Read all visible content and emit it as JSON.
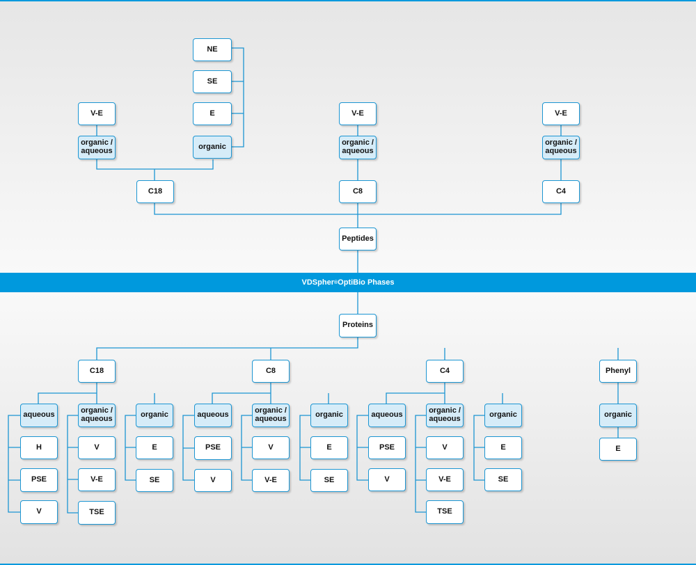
{
  "banner": {
    "title": "VDSpher",
    "registered": "®",
    "suffix": " OptiBio Phases"
  },
  "nodes": {
    "top_c18_ve": "V-E",
    "top_c18_orgaq": "organic / aqueous",
    "top_ne": "NE",
    "top_se": "SE",
    "top_e": "E",
    "top_organic": "organic",
    "top_c8_ve": "V-E",
    "top_c8_orgaq": "organic / aqueous",
    "top_c4_ve": "V-E",
    "top_c4_orgaq": "organic / aqueous",
    "top_c18": "C18",
    "top_c8": "C8",
    "top_c4": "C4",
    "peptides": "Peptides",
    "proteins": "Proteins",
    "b_c18": "C18",
    "b_c8": "C8",
    "b_c4": "C4",
    "b_phenyl": "Phenyl",
    "c18_aq": "aqueous",
    "c18_orgaq": "organic / aqueous",
    "c18_org": "organic",
    "c18_h": "H",
    "c18_pse": "PSE",
    "c18_v": "V",
    "c18_oa_v": "V",
    "c18_oa_ve": "V-E",
    "c18_oa_tse": "TSE",
    "c18_o_e": "E",
    "c18_o_se": "SE",
    "c8_aq": "aqueous",
    "c8_orgaq": "organic / aqueous",
    "c8_org": "organic",
    "c8_pse": "PSE",
    "c8_v": "V",
    "c8_oa_v": "V",
    "c8_oa_ve": "V-E",
    "c8_o_e": "E",
    "c8_o_se": "SE",
    "c4_aq": "aqueous",
    "c4_orgaq": "organic / aqueous",
    "c4_org": "organic",
    "c4_pse": "PSE",
    "c4_v": "V",
    "c4_oa_v": "V",
    "c4_oa_ve": "V-E",
    "c4_oa_tse": "TSE",
    "c4_o_e": "E",
    "c4_o_se": "SE",
    "ph_org": "organic",
    "ph_e": "E"
  }
}
